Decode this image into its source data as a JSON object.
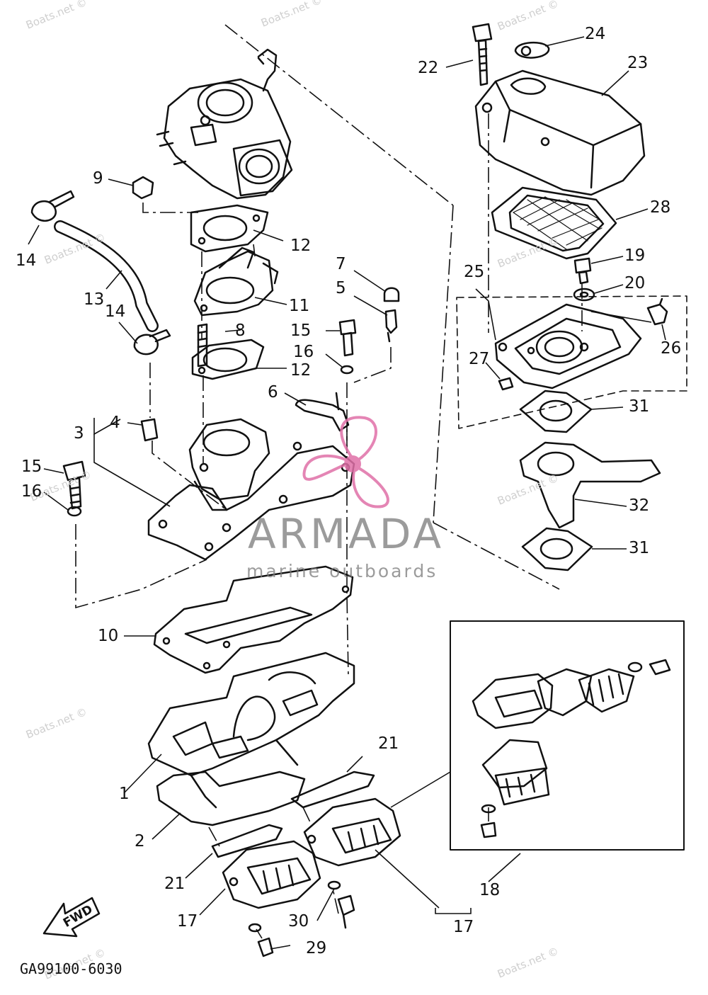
{
  "diagram": {
    "code": "GA99100-6030",
    "fwd": "FWD",
    "brand": {
      "name": "ARMADA",
      "tagline": "marine outboards",
      "accent": "#e070a8"
    },
    "watermark": "Boats.net ©",
    "callouts": [
      {
        "id": "c1",
        "label": "1"
      },
      {
        "id": "c2",
        "label": "2"
      },
      {
        "id": "c3",
        "label": "3"
      },
      {
        "id": "c4",
        "label": "4"
      },
      {
        "id": "c5",
        "label": "5"
      },
      {
        "id": "c6",
        "label": "6"
      },
      {
        "id": "c7",
        "label": "7"
      },
      {
        "id": "c8",
        "label": "8"
      },
      {
        "id": "c9",
        "label": "9"
      },
      {
        "id": "c10",
        "label": "10"
      },
      {
        "id": "c11",
        "label": "11"
      },
      {
        "id": "c12a",
        "label": "12"
      },
      {
        "id": "c12b",
        "label": "12"
      },
      {
        "id": "c13",
        "label": "13"
      },
      {
        "id": "c14a",
        "label": "14"
      },
      {
        "id": "c14b",
        "label": "14"
      },
      {
        "id": "c15a",
        "label": "15"
      },
      {
        "id": "c15b",
        "label": "15"
      },
      {
        "id": "c16a",
        "label": "16"
      },
      {
        "id": "c16b",
        "label": "16"
      },
      {
        "id": "c17a",
        "label": "17"
      },
      {
        "id": "c17b",
        "label": "17"
      },
      {
        "id": "c18",
        "label": "18"
      },
      {
        "id": "c19",
        "label": "19"
      },
      {
        "id": "c20",
        "label": "20"
      },
      {
        "id": "c21a",
        "label": "21"
      },
      {
        "id": "c21b",
        "label": "21"
      },
      {
        "id": "c22",
        "label": "22"
      },
      {
        "id": "c23",
        "label": "23"
      },
      {
        "id": "c24",
        "label": "24"
      },
      {
        "id": "c25",
        "label": "25"
      },
      {
        "id": "c26",
        "label": "26"
      },
      {
        "id": "c27",
        "label": "27"
      },
      {
        "id": "c28",
        "label": "28"
      },
      {
        "id": "c29",
        "label": "29"
      },
      {
        "id": "c30",
        "label": "30"
      },
      {
        "id": "c31a",
        "label": "31"
      },
      {
        "id": "c31b",
        "label": "31"
      },
      {
        "id": "c32",
        "label": "32"
      }
    ]
  }
}
